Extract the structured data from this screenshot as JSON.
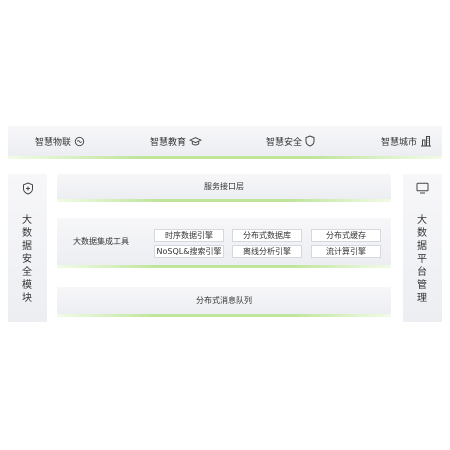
{
  "top_row": [
    {
      "label": "智慧物联",
      "icon": "iot-icon"
    },
    {
      "label": "智慧教育",
      "icon": "graduation-cap-icon"
    },
    {
      "label": "智慧安全",
      "icon": "shield-icon"
    },
    {
      "label": "智慧城市",
      "icon": "city-icon"
    }
  ],
  "left_panel": {
    "title": "大数据安全模块",
    "icon": "shield-plus-icon"
  },
  "right_panel": {
    "title": "大数据平台管理",
    "icon": "monitor-icon"
  },
  "service_layer": {
    "label": "服务接口层"
  },
  "integration": {
    "label": "大数据集成工具",
    "engines": [
      "时序数据引擎",
      "分布式数据库",
      "分布式缓存",
      "NoSQL&搜索引擎",
      "离线分析引擎",
      "流计算引擎"
    ]
  },
  "queue": {
    "label": "分布式消息队列"
  },
  "colors": {
    "accent_green": "#bfe59b",
    "panel_gray": "#eceef2"
  }
}
